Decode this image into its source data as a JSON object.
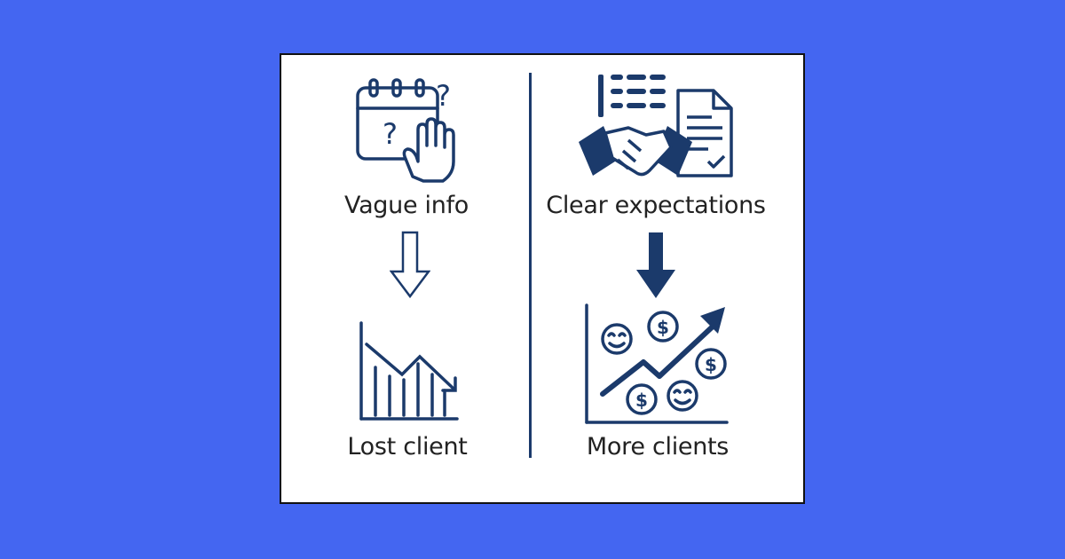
{
  "left": {
    "top_label": "Vague info",
    "bottom_label": "Lost client"
  },
  "right": {
    "top_label": "Clear expectations",
    "bottom_label": "More clients"
  },
  "colors": {
    "background": "#4466f1",
    "card": "#ffffff",
    "navy": "#1b3a6b"
  },
  "icons": [
    "calendar-question-hand-icon",
    "hollow-down-arrow-icon",
    "declining-chart-icon",
    "handshake-contract-icon",
    "solid-down-arrow-icon",
    "growth-chart-money-icon"
  ]
}
